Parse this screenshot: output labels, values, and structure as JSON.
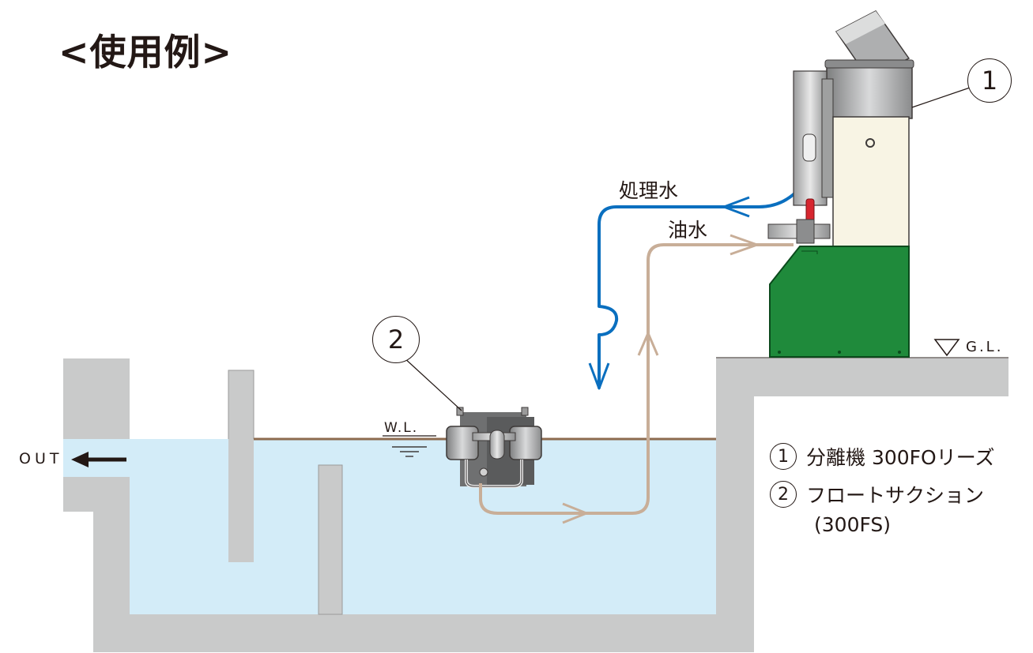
{
  "title": "<使用例>",
  "labels": {
    "treated_water": "処理水",
    "oily_water": "油水",
    "water_level": "W.L.",
    "ground_level": "G.L.",
    "outlet": "OUT"
  },
  "callouts": [
    {
      "num": "1"
    },
    {
      "num": "2"
    }
  ],
  "legend": [
    {
      "num": "1",
      "text": "分離機 300FOリーズ"
    },
    {
      "num": "2",
      "text": "フロートサクション",
      "sub": "(300FS)"
    }
  ],
  "colors": {
    "concrete": "#c9caca",
    "water": "#d3ecf8",
    "treated_line": "#0a6fbf",
    "oily_line": "#c8ae98",
    "separator_body": "#1f8a3b",
    "separator_panel": "#f8f4e4",
    "separator_top": "#9c9d9d",
    "arrow": "#231815"
  }
}
